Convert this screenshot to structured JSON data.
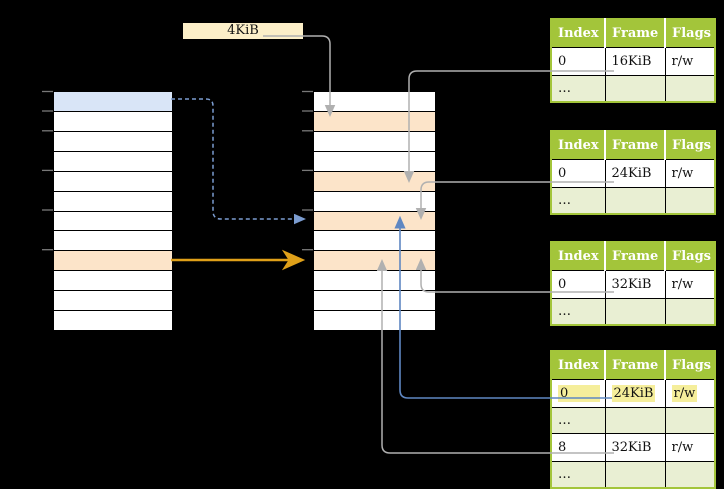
{
  "size_label": {
    "text": "4KiB"
  },
  "virtual_memory": {
    "rows": 12,
    "blue_row_index": 0,
    "orange_row_index": 8,
    "tick_row_boundaries": [
      0,
      1,
      2,
      4,
      6,
      8
    ]
  },
  "physical_memory": {
    "rows": 12,
    "orange_row_indexes": [
      1,
      4,
      6,
      8
    ],
    "tick_row_boundaries": [
      0,
      1,
      2,
      4,
      6,
      8
    ]
  },
  "page_tables": [
    {
      "headers": [
        "Index",
        "Frame",
        "Flags"
      ],
      "rows": [
        [
          "0",
          "16KiB",
          "r/w"
        ],
        [
          "…",
          "",
          ""
        ]
      ]
    },
    {
      "headers": [
        "Index",
        "Frame",
        "Flags"
      ],
      "rows": [
        [
          "0",
          "24KiB",
          "r/w"
        ],
        [
          "…",
          "",
          ""
        ]
      ]
    },
    {
      "headers": [
        "Index",
        "Frame",
        "Flags"
      ],
      "rows": [
        [
          "0",
          "32KiB",
          "r/w"
        ],
        [
          "…",
          "",
          ""
        ]
      ]
    },
    {
      "headers": [
        "Index",
        "Frame",
        "Flags"
      ],
      "highlighted_row_index": 0,
      "rows": [
        [
          "0",
          "24KiB",
          "r/w"
        ],
        [
          "…",
          "",
          ""
        ],
        [
          "8",
          "32KiB",
          "r/w"
        ],
        [
          "…",
          "",
          ""
        ]
      ]
    }
  ],
  "colors": {
    "background": "#000000",
    "table_header_green": "#a3c53a",
    "table_row_light_green": "#e9efd3",
    "frame_orange": "#fce4c9",
    "page_blue": "#d9e5f7",
    "size_label_cream": "#fcefc8",
    "highlight_yellow": "#f5ee9b",
    "arrow_gray": "#b0b0b0",
    "arrow_blue_solid": "#5f87c2",
    "arrow_blue_dashed": "#7b9cd0",
    "arrow_orange": "#dfa019"
  }
}
